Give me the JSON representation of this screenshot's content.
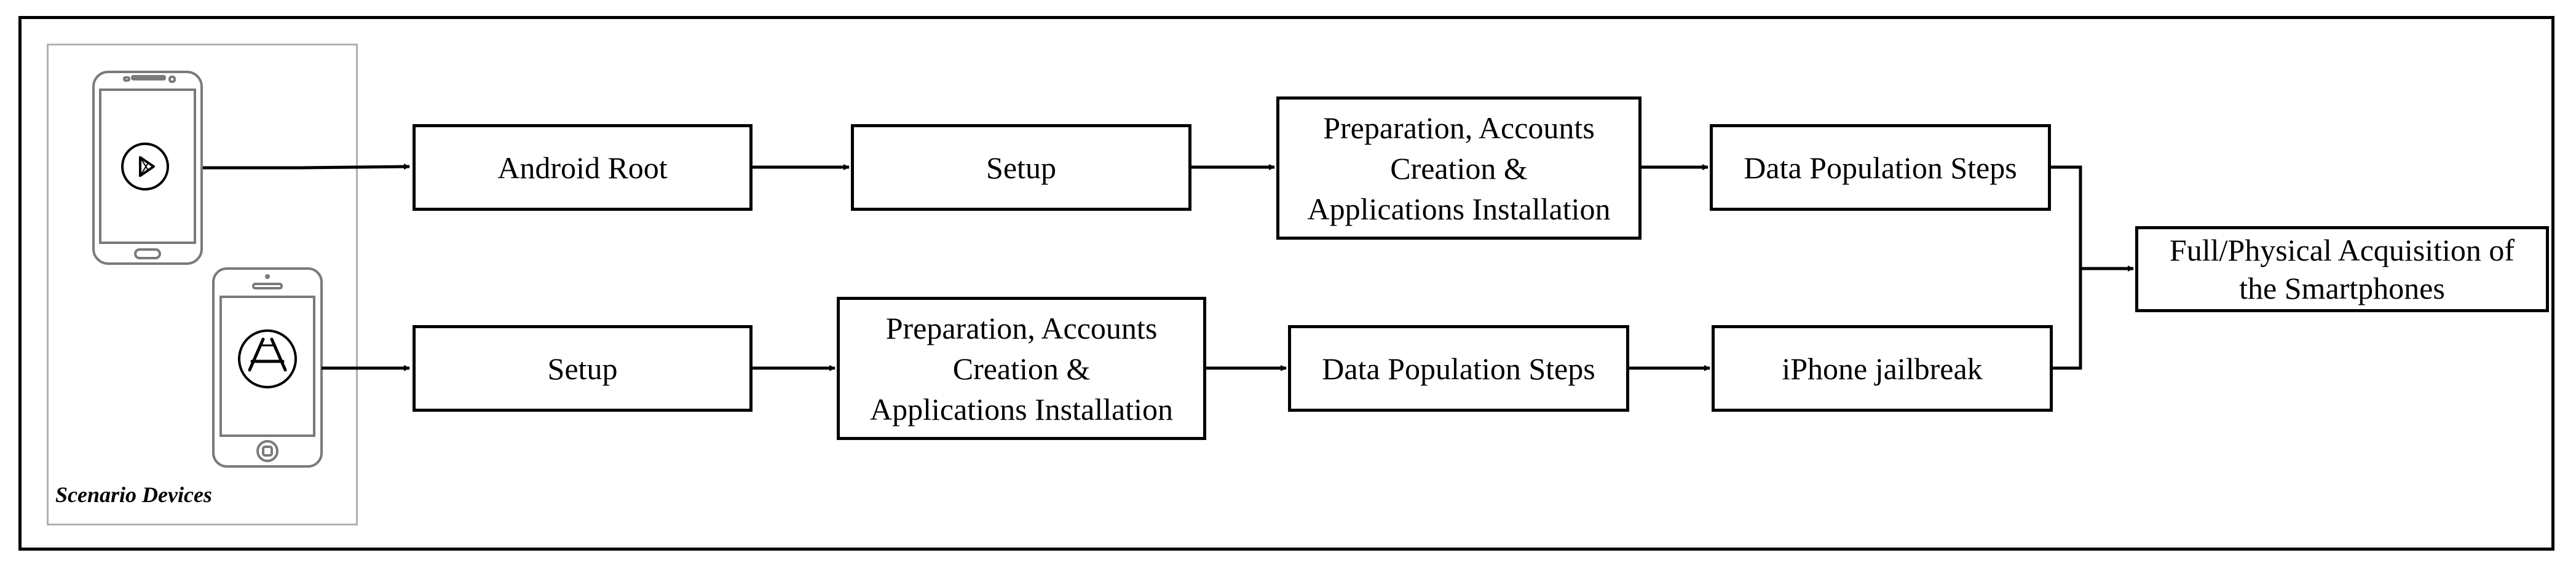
{
  "devices_panel": {
    "label": "Scenario Devices",
    "android_device": {
      "icon": "google-play-icon"
    },
    "ios_device": {
      "icon": "app-store-icon"
    }
  },
  "android_flow": {
    "root": "Android Root",
    "setup": "Setup",
    "preparation": [
      "Preparation, Accounts",
      "Creation &",
      "Applications Installation"
    ],
    "data_population": "Data Population Steps"
  },
  "ios_flow": {
    "setup": "Setup",
    "preparation": [
      "Preparation, Accounts",
      "Creation &",
      "Applications Installation"
    ],
    "data_population": "Data Population Steps",
    "jailbreak": "iPhone jailbreak"
  },
  "final_step": [
    "Full/Physical Acquisition of",
    "the Smartphones"
  ]
}
